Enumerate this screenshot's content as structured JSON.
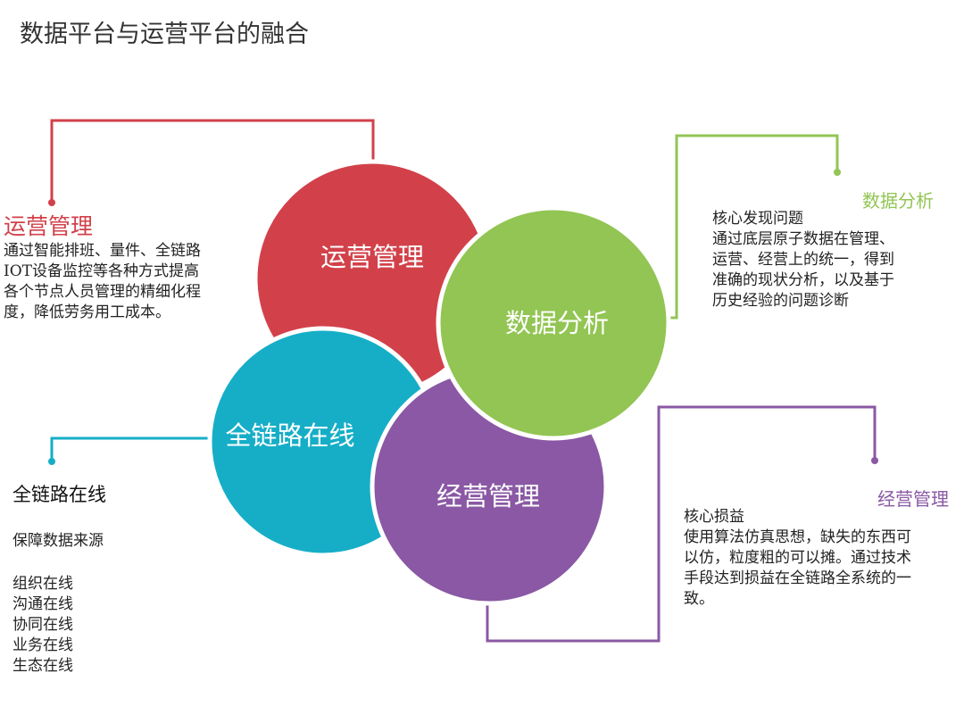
{
  "title": "数据平台与运营平台的融合",
  "colors": {
    "operations": "#d2414a",
    "data_analysis": "#92c553",
    "online": "#16aec7",
    "management": "#8a58a4"
  },
  "circles": {
    "operations": "运营管理",
    "data_analysis": "数据分析",
    "online": "全链路在线",
    "management": "经营管理"
  },
  "panels": {
    "operations": {
      "heading": "运营管理",
      "lines": [
        "通过智能排班、量件、全链路",
        "IOT设备监控等各种方式提高",
        "各个节点人员管理的精细化程",
        "度，降低劳务用工成本。"
      ]
    },
    "data_analysis": {
      "heading": "数据分析",
      "lines": [
        "核心发现问题",
        "通过底层原子数据在管理、",
        "运营、经营上的统一，得到",
        "准确的现状分析，以及基于",
        "历史经验的问题诊断"
      ]
    },
    "online": {
      "heading": "全链路在线",
      "intro": "保障数据来源",
      "items": [
        "组织在线",
        "沟通在线",
        "协同在线",
        "业务在线",
        "生态在线"
      ]
    },
    "management": {
      "heading": "经营管理",
      "lines": [
        "核心损益",
        "使用算法仿真思想，缺失的东西可",
        "以仿，粒度粗的可以摊。通过技术",
        "手段达到损益在全链路全系统的一",
        "致。"
      ]
    }
  }
}
